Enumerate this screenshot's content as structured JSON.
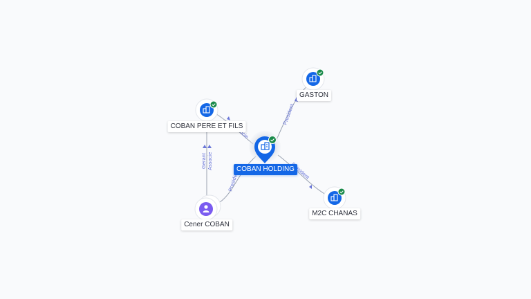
{
  "colors": {
    "company": "#1467e6",
    "person": "#7b5cf0",
    "check": "#1a8a4a",
    "edge": "#9aa2b1",
    "edge_label": "#6a76d8",
    "background": "#f9fafc"
  },
  "nodes": {
    "center": {
      "label": "COBAN HOLDING",
      "icon": "building-icon",
      "badge": "check-icon"
    },
    "gaston": {
      "label": "GASTON",
      "icon": "building-icon",
      "badge": "check-icon"
    },
    "pere": {
      "label": "COBAN PERE ET FILS",
      "icon": "building-icon",
      "badge": "check-icon"
    },
    "chanas": {
      "label": "M2C CHANAS",
      "icon": "building-icon",
      "badge": "check-icon"
    },
    "person": {
      "label": "Cener COBAN",
      "icon": "person-icon"
    }
  },
  "edges": {
    "gaston": "President",
    "chanas": "President",
    "pere": "Associe",
    "person_center": "President",
    "person_pere_1": "Gerant",
    "person_pere_2": "Associe"
  }
}
